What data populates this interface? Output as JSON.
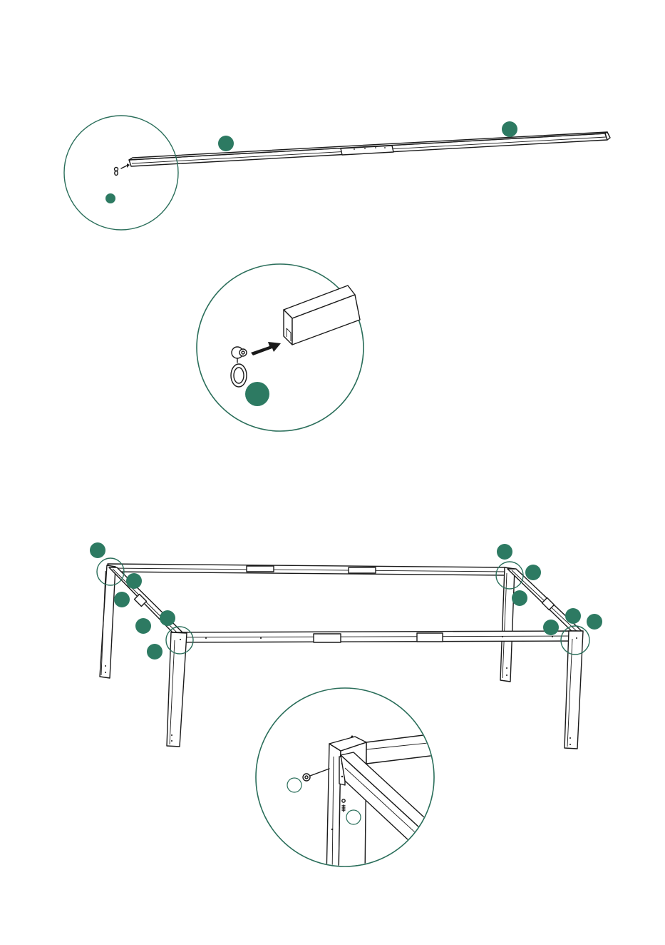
{
  "colors": {
    "accent": "#2d7a62",
    "line": "#1a1a1a",
    "background": "#ffffff"
  },
  "steps": [
    {
      "id": "step-1-insert-eye-hook-into-beam",
      "marker_count": 3,
      "detail_marker_count": 1
    },
    {
      "id": "step-2-assemble-frame",
      "marker_count": 13,
      "detail_marker_count": 2
    }
  ]
}
